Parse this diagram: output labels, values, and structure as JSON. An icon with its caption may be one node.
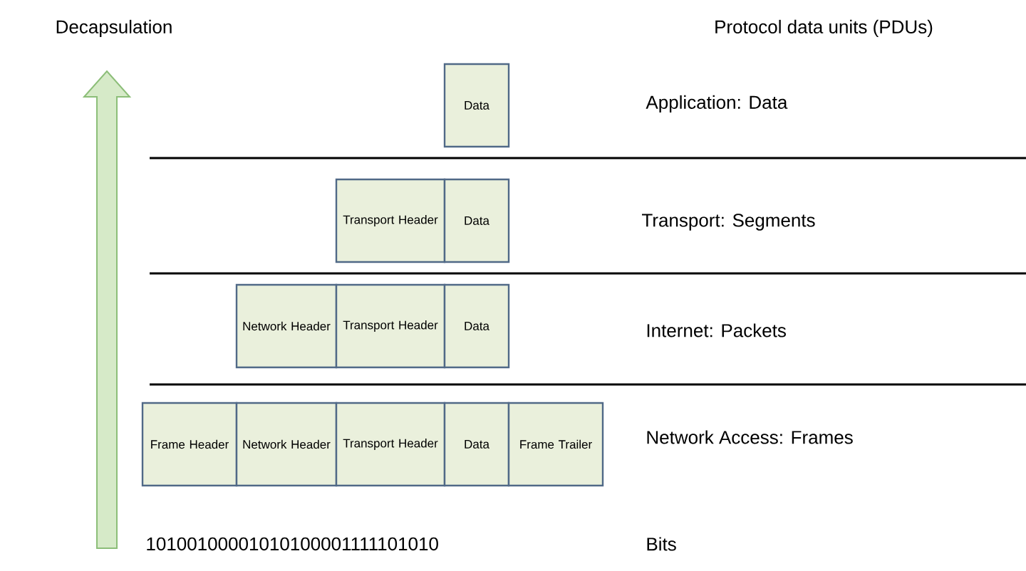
{
  "diagram": {
    "nodes": [
      {
        "text": [
          "Data"
        ]
      },
      {
        "text": [
          "Transport Header"
        ]
      },
      {
        "text": [
          "Data"
        ]
      },
      {
        "text": [
          "Network Header"
        ]
      },
      {
        "text": [
          "Transport Header"
        ]
      },
      {
        "text": [
          "Data"
        ]
      },
      {
        "text": [
          "Frame Header"
        ]
      },
      {
        "text": [
          "Network Header"
        ]
      },
      {
        "text": [
          "Transport Header"
        ]
      },
      {
        "text": [
          "Data"
        ]
      },
      {
        "text": [
          "Frame Trailer"
        ]
      }
    ],
    "labels": [
      "Decapsulation",
      "Protocol data units (PDUs)",
      "Application: Data",
      "Transport: Segments",
      "Internet: Packets",
      "Network Access: Frames",
      "10100100001010100001111101010",
      "Bits"
    ]
  }
}
